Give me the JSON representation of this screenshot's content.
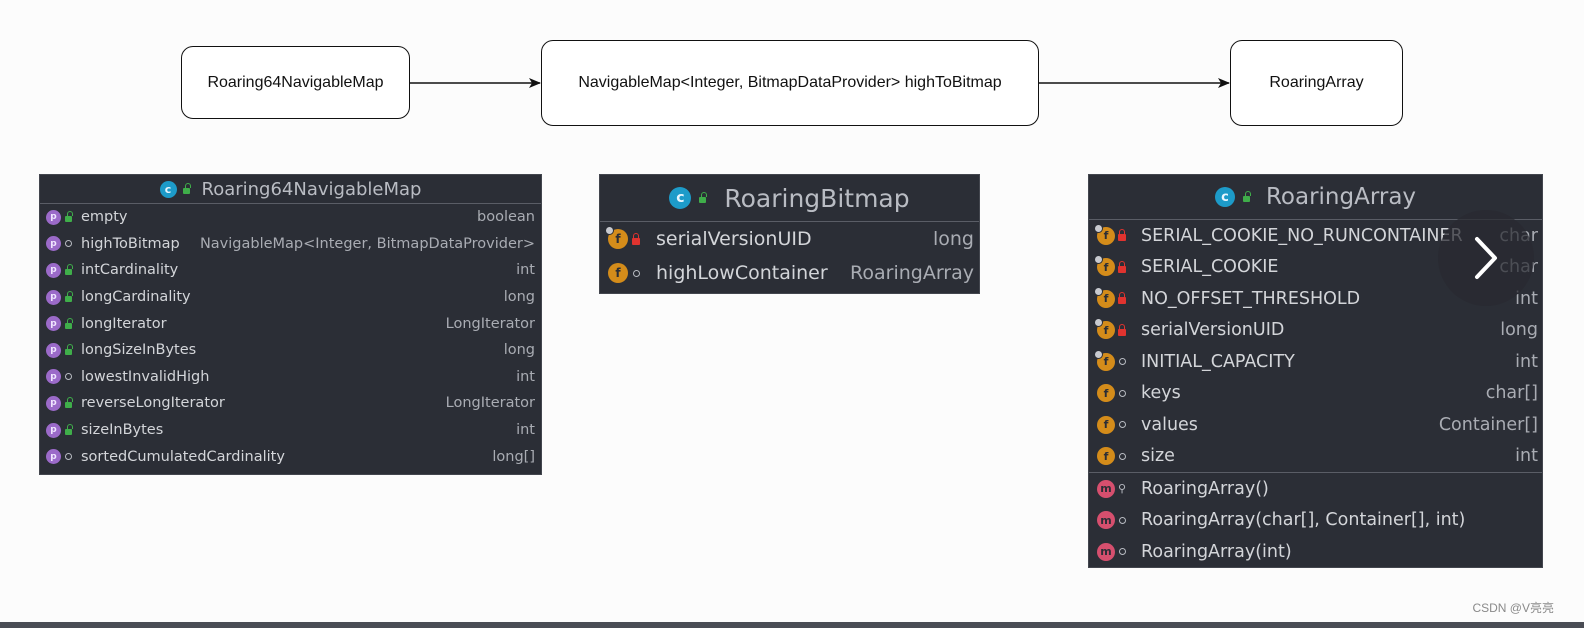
{
  "flow": {
    "box1": "Roaring64NavigableMap",
    "box2": "NavigableMap<Integer, BitmapDataProvider> highToBitmap",
    "box3": "RoaringArray"
  },
  "panel_left": {
    "title": "Roaring64NavigableMap",
    "header_icons": [
      "class-icon",
      "public-icon"
    ],
    "rows": [
      {
        "kind": "p",
        "vis": "public",
        "name": "empty",
        "type": "boolean"
      },
      {
        "kind": "p",
        "vis": "package",
        "name": "highToBitmap",
        "type": "NavigableMap<Integer, BitmapDataProvider>"
      },
      {
        "kind": "p",
        "vis": "public",
        "name": "intCardinality",
        "type": "int"
      },
      {
        "kind": "p",
        "vis": "public",
        "name": "longCardinality",
        "type": "long"
      },
      {
        "kind": "p",
        "vis": "public",
        "name": "longIterator",
        "type": "LongIterator"
      },
      {
        "kind": "p",
        "vis": "public",
        "name": "longSizeInBytes",
        "type": "long"
      },
      {
        "kind": "p",
        "vis": "package",
        "name": "lowestInvalidHigh",
        "type": "int"
      },
      {
        "kind": "p",
        "vis": "public",
        "name": "reverseLongIterator",
        "type": "LongIterator"
      },
      {
        "kind": "p",
        "vis": "public",
        "name": "sizeInBytes",
        "type": "int"
      },
      {
        "kind": "p",
        "vis": "package",
        "name": "sortedCumulatedCardinality",
        "type": "long[]"
      }
    ]
  },
  "panel_middle": {
    "title": "RoaringBitmap",
    "rows": [
      {
        "kind": "f",
        "static": true,
        "vis": "private",
        "name": "serialVersionUID",
        "type": "long"
      },
      {
        "kind": "f",
        "static": false,
        "vis": "package",
        "name": "highLowContainer",
        "type": "RoaringArray"
      }
    ]
  },
  "panel_right": {
    "title": "RoaringArray",
    "fields": [
      {
        "kind": "f",
        "static": true,
        "vis": "private",
        "name": "SERIAL_COOKIE_NO_RUNCONTAINER",
        "type": "char"
      },
      {
        "kind": "f",
        "static": true,
        "vis": "private",
        "name": "SERIAL_COOKIE",
        "type": "char"
      },
      {
        "kind": "f",
        "static": true,
        "vis": "private",
        "name": "NO_OFFSET_THRESHOLD",
        "type": "int"
      },
      {
        "kind": "f",
        "static": true,
        "vis": "private",
        "name": "serialVersionUID",
        "type": "long"
      },
      {
        "kind": "f",
        "static": true,
        "vis": "package",
        "name": "INITIAL_CAPACITY",
        "type": "int"
      },
      {
        "kind": "f",
        "static": false,
        "vis": "package",
        "name": "keys",
        "type": "char[]"
      },
      {
        "kind": "f",
        "static": false,
        "vis": "package",
        "name": "values",
        "type": "Container[]"
      },
      {
        "kind": "f",
        "static": false,
        "vis": "package",
        "name": "size",
        "type": "int"
      }
    ],
    "methods": [
      {
        "kind": "m",
        "vis": "protected",
        "name": "RoaringArray()"
      },
      {
        "kind": "m",
        "vis": "package",
        "name": "RoaringArray(char[], Container[], int)"
      },
      {
        "kind": "m",
        "vis": "package",
        "name": "RoaringArray(int)"
      }
    ]
  },
  "badges": {
    "p": "p",
    "f": "f",
    "m": "m",
    "c": "c"
  },
  "watermark": "CSDN @V亮亮",
  "colors": {
    "panel_bg": "#2b2e36",
    "property_badge": "#9b6ac9",
    "field_badge": "#d48c1a",
    "method_badge": "#d64f6e",
    "class_badge": "#1d9bc9",
    "public_lock": "#3fae4a",
    "private_lock": "#e0332f"
  },
  "icons": {
    "next": "chevron-right-icon"
  }
}
